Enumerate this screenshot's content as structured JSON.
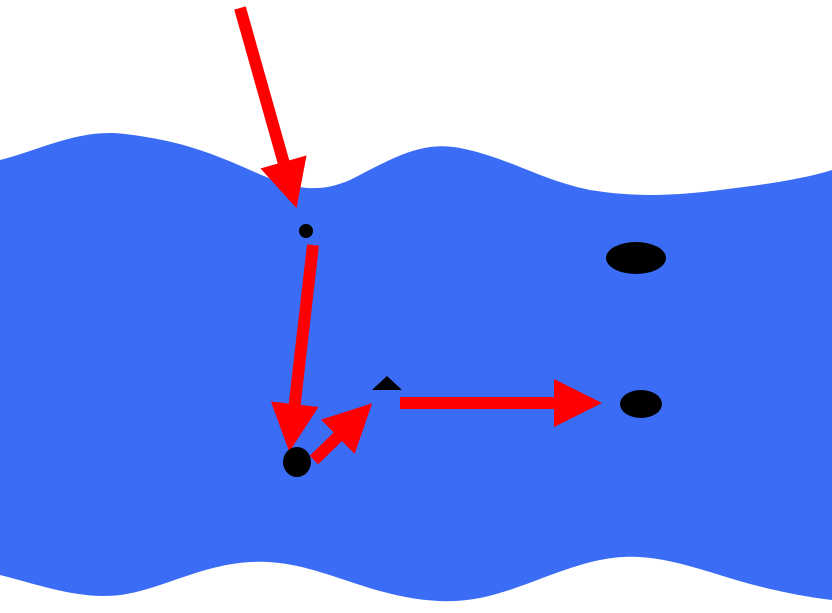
{
  "colors": {
    "background": "#ffffff",
    "water": "#3b6cf6",
    "arrow": "#ff0000",
    "object": "#000000"
  },
  "objects": {
    "small_dot": "circle",
    "ellipse_upper_right": "ellipse",
    "ellipse_lower_right": "ellipse",
    "triangle": "triangle",
    "blob": "circle"
  }
}
